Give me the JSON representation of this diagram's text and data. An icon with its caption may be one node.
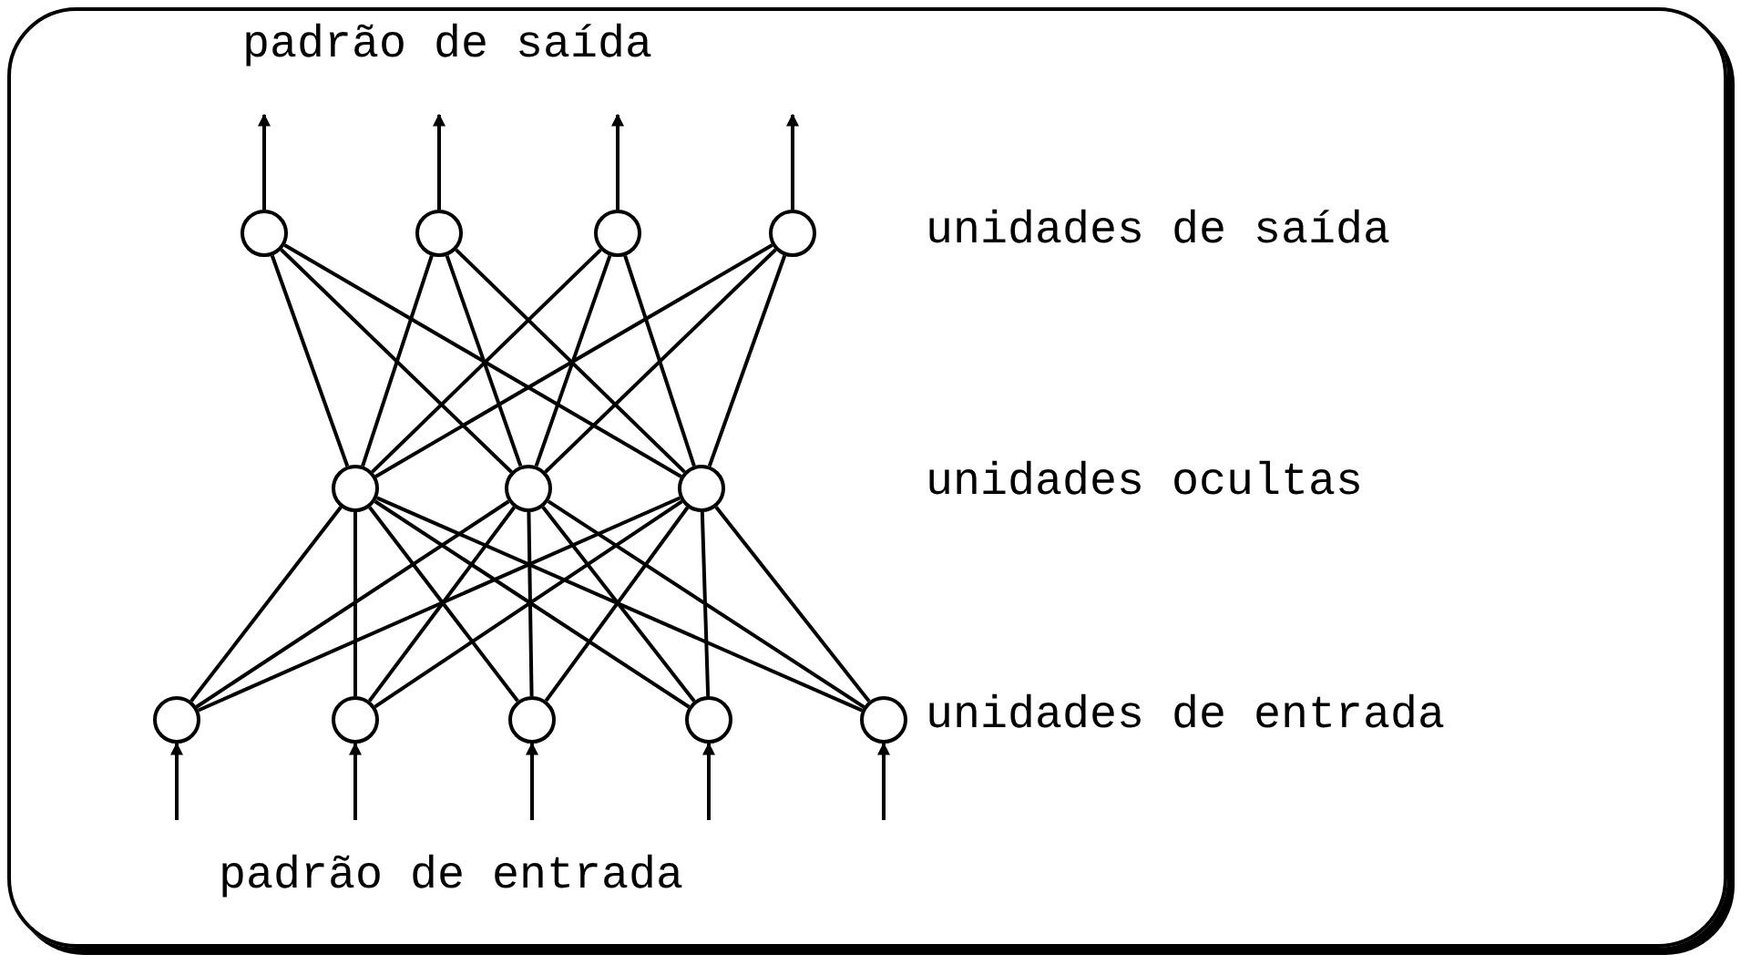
{
  "diagram": {
    "nodes": [
      {
        "text": [],
        "shape": "circle"
      },
      {
        "text": [],
        "shape": "circle"
      },
      {
        "text": [],
        "shape": "circle"
      },
      {
        "text": [],
        "shape": "circle"
      },
      {
        "text": [],
        "shape": "circle"
      },
      {
        "text": [],
        "shape": "circle"
      },
      {
        "text": [],
        "shape": "circle"
      },
      {
        "text": [],
        "shape": "circle"
      },
      {
        "text": [],
        "shape": "circle"
      },
      {
        "text": [],
        "shape": "circle"
      },
      {
        "text": [],
        "shape": "circle"
      },
      {
        "text": [],
        "shape": "circle"
      }
    ],
    "edges": [
      {
        "from": 0,
        "to": null,
        "arrow": "to"
      },
      {
        "from": 1,
        "to": null,
        "arrow": "to"
      },
      {
        "from": 2,
        "to": null,
        "arrow": "to"
      },
      {
        "from": 3,
        "to": null,
        "arrow": "to"
      },
      {
        "from": 4,
        "to": 0,
        "arrow": "none"
      },
      {
        "from": 4,
        "to": 1,
        "arrow": "none"
      },
      {
        "from": 4,
        "to": 2,
        "arrow": "none"
      },
      {
        "from": 4,
        "to": 3,
        "arrow": "none"
      },
      {
        "from": 5,
        "to": 0,
        "arrow": "none"
      },
      {
        "from": 5,
        "to": 1,
        "arrow": "none"
      },
      {
        "from": 5,
        "to": 2,
        "arrow": "none"
      },
      {
        "from": 5,
        "to": 3,
        "arrow": "none"
      },
      {
        "from": 6,
        "to": 0,
        "arrow": "none"
      },
      {
        "from": 6,
        "to": 1,
        "arrow": "none"
      },
      {
        "from": 6,
        "to": 2,
        "arrow": "none"
      },
      {
        "from": 6,
        "to": 3,
        "arrow": "none"
      },
      {
        "from": 7,
        "to": 4,
        "arrow": "none"
      },
      {
        "from": 7,
        "to": 5,
        "arrow": "none"
      },
      {
        "from": 7,
        "to": 6,
        "arrow": "none"
      },
      {
        "from": 8,
        "to": 4,
        "arrow": "none"
      },
      {
        "from": 8,
        "to": 5,
        "arrow": "none"
      },
      {
        "from": 8,
        "to": 6,
        "arrow": "none"
      },
      {
        "from": 9,
        "to": 4,
        "arrow": "none"
      },
      {
        "from": 9,
        "to": 5,
        "arrow": "none"
      },
      {
        "from": 9,
        "to": 6,
        "arrow": "none"
      },
      {
        "from": 10,
        "to": 4,
        "arrow": "none"
      },
      {
        "from": 10,
        "to": 5,
        "arrow": "none"
      },
      {
        "from": 10,
        "to": 6,
        "arrow": "none"
      },
      {
        "from": 11,
        "to": 4,
        "arrow": "none"
      },
      {
        "from": 11,
        "to": 5,
        "arrow": "none"
      },
      {
        "from": 11,
        "to": 6,
        "arrow": "none"
      },
      {
        "from": null,
        "to": 7,
        "arrow": "to"
      },
      {
        "from": null,
        "to": 8,
        "arrow": "to"
      },
      {
        "from": null,
        "to": 9,
        "arrow": "to"
      },
      {
        "from": null,
        "to": 10,
        "arrow": "to"
      },
      {
        "from": null,
        "to": 11,
        "arrow": "to"
      }
    ],
    "labels": [
      "padrão de saída",
      "unidades de saída",
      "unidades ocultas",
      "unidades de entrada",
      "padrão de entrada"
    ]
  }
}
